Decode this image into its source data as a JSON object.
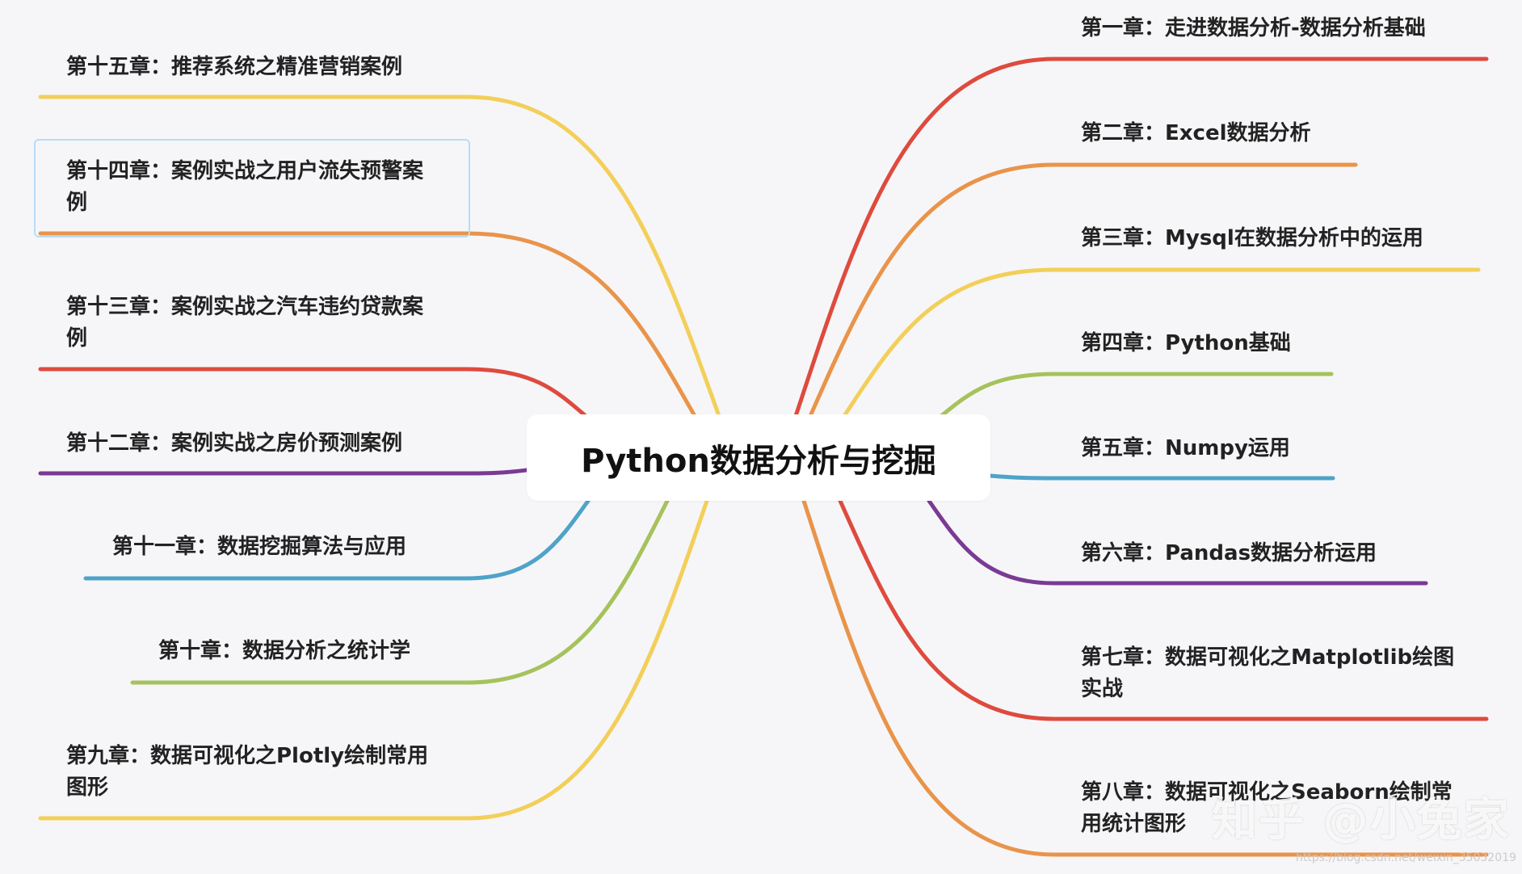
{
  "root": {
    "label": "Python数据分析与挖掘"
  },
  "branches": [
    {
      "id": "ch1",
      "label": "第一章：走进数据分析-数据分析基础",
      "color": "#de4b3e"
    },
    {
      "id": "ch2",
      "label": "第二章：Excel数据分析",
      "color": "#e9944a"
    },
    {
      "id": "ch3",
      "label": "第三章：Mysql在数据分析中的运用",
      "color": "#f3cf5a"
    },
    {
      "id": "ch4",
      "label": "第四章：Python基础",
      "color": "#a6c25c"
    },
    {
      "id": "ch5",
      "label": "第五章：Numpy运用",
      "color": "#4fa3c8"
    },
    {
      "id": "ch6",
      "label": "第六章：Pandas数据分析运用",
      "color": "#7a3a93"
    },
    {
      "id": "ch7",
      "label": "第七章：数据可视化之Matplotlib绘图实战",
      "color": "#de4b3e"
    },
    {
      "id": "ch8",
      "label": "第八章：数据可视化之Seaborn绘制常用统计图形",
      "color": "#e9944a"
    },
    {
      "id": "ch9",
      "label": "第九章：数据可视化之Plotly绘制常用图形",
      "color": "#f3cf5a"
    },
    {
      "id": "ch10",
      "label": "第十章：数据分析之统计学",
      "color": "#a6c25c"
    },
    {
      "id": "ch11",
      "label": "第十一章：数据挖掘算法与应用",
      "color": "#4fa3c8"
    },
    {
      "id": "ch12",
      "label": "第十二章：案例实战之房价预测案例",
      "color": "#7a3a93"
    },
    {
      "id": "ch13",
      "label": "第十三章：案例实战之汽车违约贷款案例",
      "color": "#de4b3e"
    },
    {
      "id": "ch14",
      "label": "第十四章：案例实战之用户流失预警案例",
      "color": "#e9944a",
      "selected": true
    },
    {
      "id": "ch15",
      "label": "第十五章：推荐系统之精准营销案例",
      "color": "#f3cf5a"
    }
  ],
  "watermark": {
    "text": "知乎 @小兔家",
    "url": "https://blog.csdn.net/weixin_35032019"
  }
}
